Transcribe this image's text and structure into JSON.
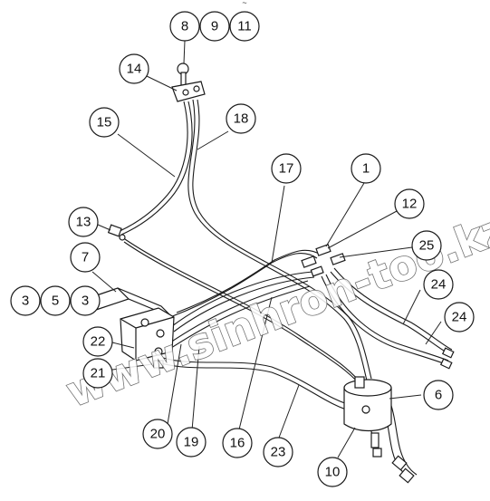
{
  "watermark": "www.sinhron-too.kz",
  "header_mark": "~",
  "callouts": [
    "8",
    "9",
    "11",
    "14",
    "15",
    "18",
    "17",
    "1",
    "12",
    "13",
    "25",
    "7",
    "24",
    "24",
    "3",
    "5",
    "3",
    "22",
    "21",
    "6",
    "20",
    "19",
    "16",
    "23",
    "10"
  ],
  "colors": {
    "line": "#1a1a1a",
    "background": "#ffffff",
    "watermark_outline": "#5a5a5a"
  }
}
